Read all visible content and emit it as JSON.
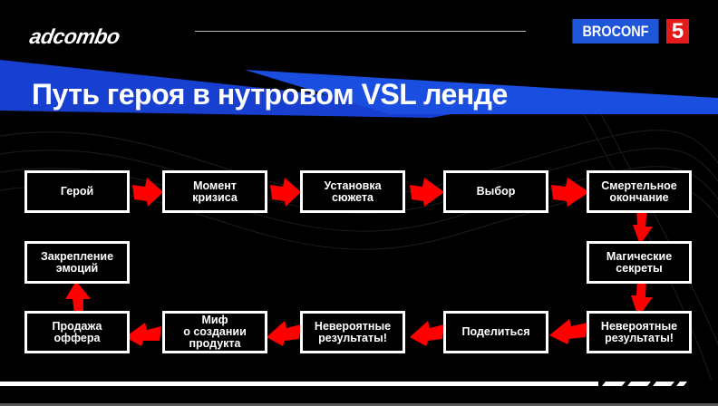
{
  "header": {
    "logo": "adcombo",
    "brand": "BROCONF",
    "brand_number": "5"
  },
  "title": "Путь героя в нутровом VSL ленде",
  "steps": [
    "Герой",
    "Момент\nкризиса",
    "Установка\nсюжета",
    "Выбор",
    "Смертельное\nокончание",
    "Магические\nсекреты",
    "Невероятные\nрезультаты!",
    "Поделиться",
    "Невероятные\nрезультаты!",
    "Миф\nо создании\nпродукта",
    "Продажа\nоффера",
    "Закрепление\nэмоций"
  ],
  "colors": {
    "accent_blue": "#1f56d8",
    "arrow_red": "#ff0000",
    "brand_red": "#e41b1b"
  }
}
